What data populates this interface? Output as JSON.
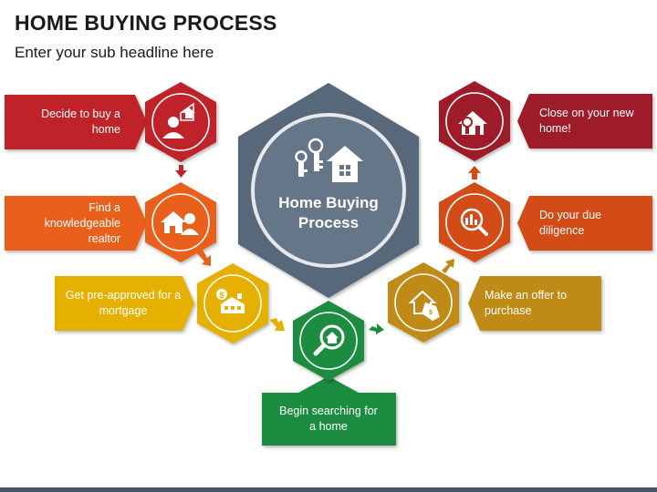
{
  "header": {
    "title": "HOME BUYING PROCESS",
    "subtitle": "Enter your sub headline here"
  },
  "hub": {
    "label": "Home Buying Process",
    "line1": "Home Buying",
    "line2": "Process",
    "icon": "house-keys-icon"
  },
  "steps": [
    {
      "label": "Decide to buy a home",
      "icon": "person-house-icon",
      "color": "#c0232b"
    },
    {
      "label": "Find a knowledgeable realtor",
      "icon": "realtor-house-icon",
      "color": "#e8611a"
    },
    {
      "label": "Get pre-approved for a mortgage",
      "icon": "money-house-icon",
      "color": "#e6b000"
    },
    {
      "label": "Begin searching for a home",
      "icon": "search-house-icon",
      "color": "#1e8c41"
    },
    {
      "label": "Make an offer to purchase",
      "icon": "house-tag-icon",
      "color": "#bf8a12"
    },
    {
      "label": "Do your due diligence",
      "icon": "magnify-chart-icon",
      "color": "#d34b12"
    },
    {
      "label": "Close on your new home!",
      "icon": "key-house-icon",
      "color": "#9e1d29"
    }
  ],
  "colors": {
    "hub": "#56677a",
    "hub_ring": "#e6e8eb",
    "bottom_bar": "#44546a"
  }
}
